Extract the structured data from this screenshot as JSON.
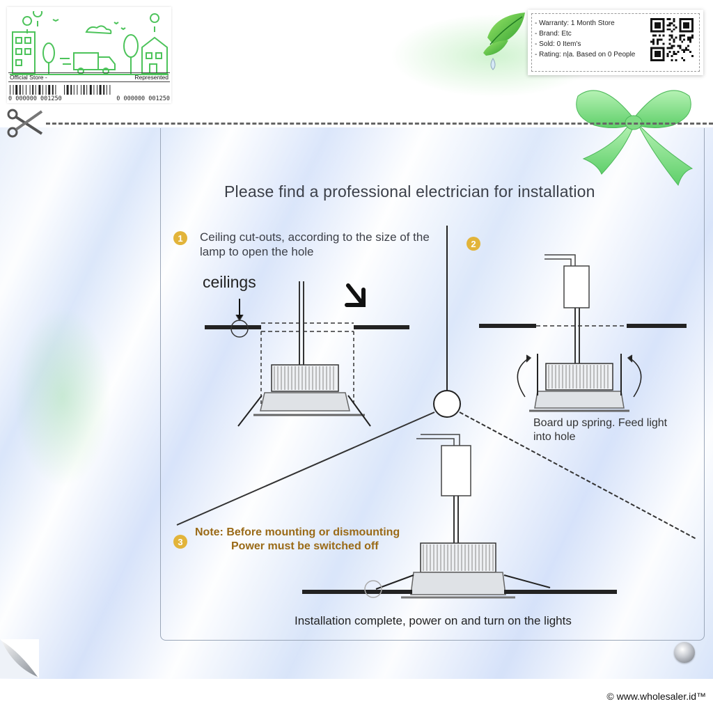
{
  "store_card": {
    "left_label": "Official Store -",
    "right_label": "Represented",
    "barcode_left": "0 000000 001250",
    "barcode_right": "0 000000 001250"
  },
  "info_card": {
    "warranty": "- Warranty: 1 Month Store",
    "brand": "- Brand: Etc",
    "sold": "- Sold: 0 Item's",
    "rating": "- Rating: n|a. Based on 0 People"
  },
  "diagram": {
    "title": "Please find a professional electrician for installation",
    "step1": {
      "number": "1",
      "text": "Ceiling cut-outs, according to the size of the lamp to open the hole",
      "label": "ceilings"
    },
    "step2": {
      "number": "2",
      "text": "Board up spring. Feed light into hole"
    },
    "step3": {
      "number": "3",
      "note_line1": "Note: Before mounting or dismounting",
      "note_line2": "Power must be switched off",
      "text": "Installation complete, power on and turn on the lights"
    }
  },
  "footer": {
    "copyright": "© www.wholesaler.id™"
  },
  "colors": {
    "badge": "#e2b43a",
    "note": "#9a6a17",
    "accent_green": "#5ccf6a"
  },
  "icons": [
    "scissors-icon",
    "leaf-icon",
    "bow-icon",
    "qr-code-icon",
    "barcode-icon",
    "page-curl-icon",
    "knob-icon"
  ]
}
